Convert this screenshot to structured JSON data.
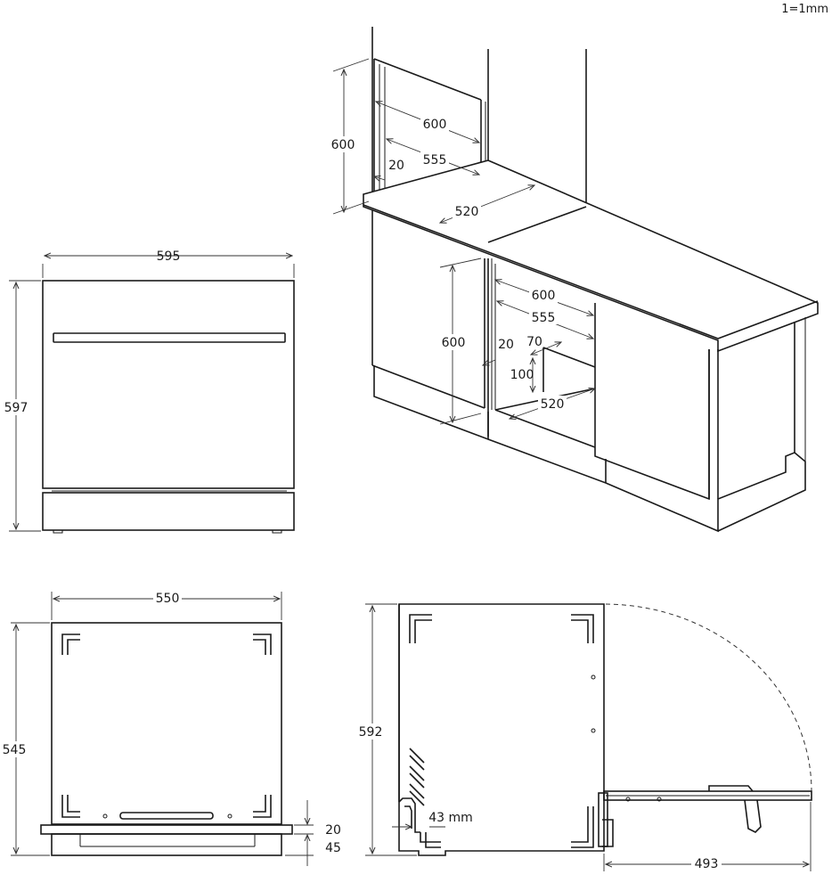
{
  "scale_note": "1=1mm",
  "front_view": {
    "width": "595",
    "height": "597"
  },
  "top_view": {
    "width": "550",
    "depth": "545",
    "base_20": "20",
    "base_45": "45"
  },
  "side_view": {
    "height": "592",
    "offset": "43 mm",
    "door_open": "493"
  },
  "installation": {
    "upper": {
      "w1": "600",
      "w2": "555",
      "d": "520",
      "h": "600",
      "gap": "20"
    },
    "lower": {
      "w1": "600",
      "w2": "555",
      "d": "520",
      "h": "600",
      "gap": "20",
      "step_w": "70",
      "step_h": "100"
    }
  }
}
